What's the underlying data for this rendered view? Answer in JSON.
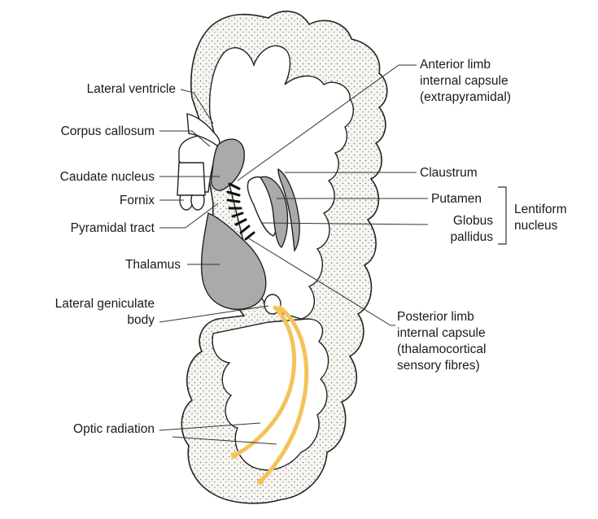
{
  "colors": {
    "optic_radiation": "#f3c35a",
    "grey_matter": "#a9aaab",
    "cortex_fill": "#f6f4ef"
  },
  "labels": {
    "lateral_ventricle": "Lateral ventricle",
    "corpus_callosum": "Corpus callosum",
    "caudate_nucleus": "Caudate nucleus",
    "fornix": "Fornix",
    "pyramidal_tract": "Pyramidal tract",
    "thalamus": "Thalamus",
    "lateral_geniculate_body_line1": "Lateral geniculate",
    "lateral_geniculate_body_line2": "body",
    "optic_radiation": "Optic radiation",
    "anterior_limb_line1": "Anterior limb",
    "anterior_limb_line2": "internal capsule",
    "anterior_limb_line3": "(extrapyramidal)",
    "claustrum": "Claustrum",
    "putamen": "Putamen",
    "globus_pallidus_line1": "Globus",
    "globus_pallidus_line2": "pallidus",
    "lentiform_nucleus_line1": "Lentiform",
    "lentiform_nucleus_line2": "nucleus",
    "posterior_limb_line1": "Posterior limb",
    "posterior_limb_line2": "internal capsule",
    "posterior_limb_line3": "(thalamocortical",
    "posterior_limb_line4": "sensory fibres)"
  }
}
